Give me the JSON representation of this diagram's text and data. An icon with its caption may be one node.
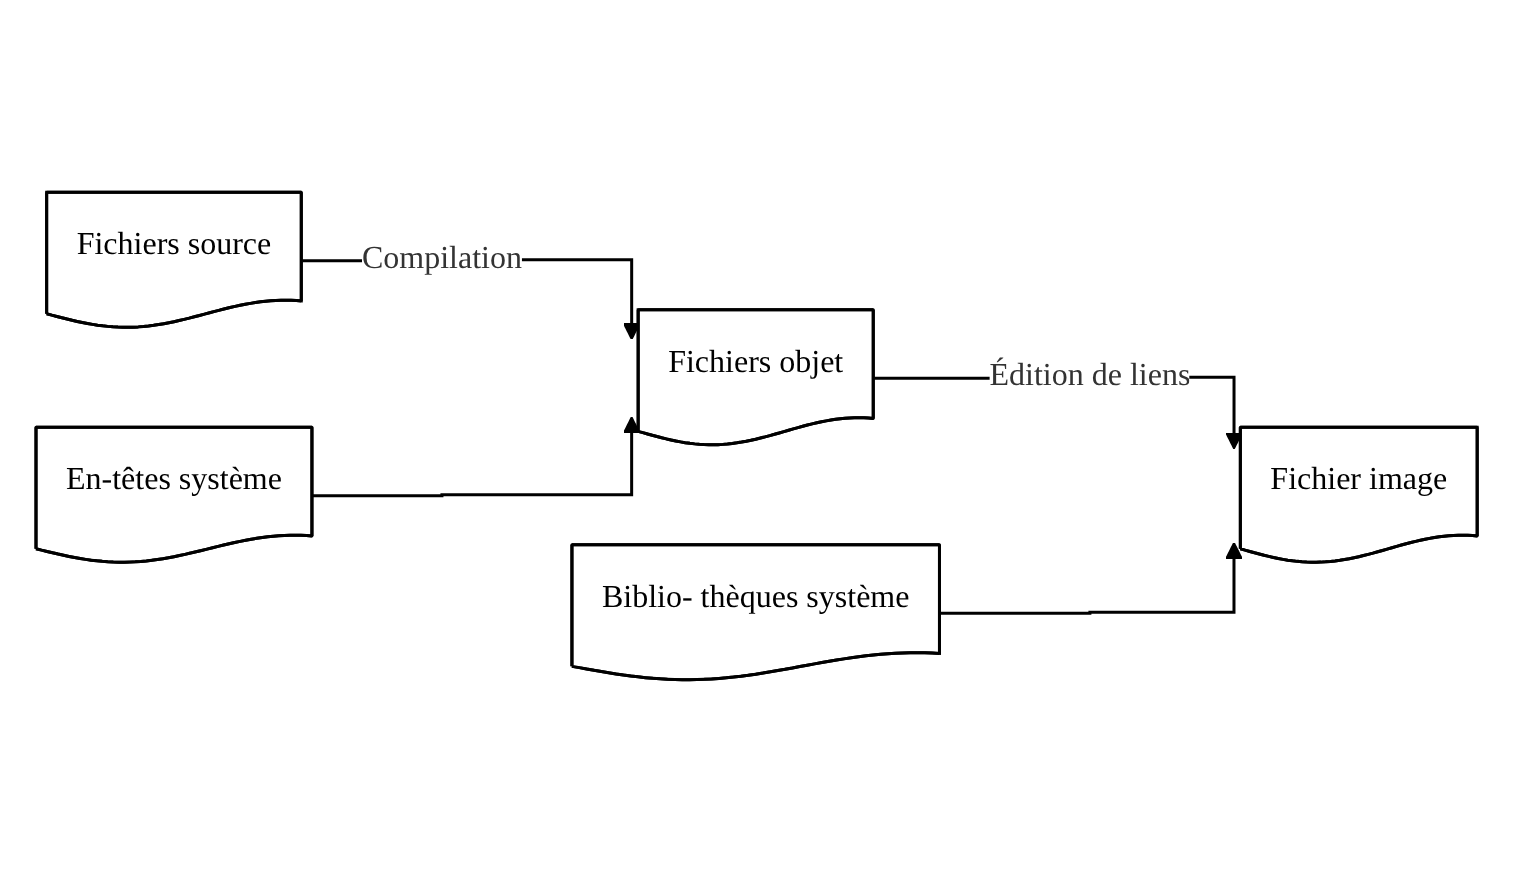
{
  "diagram": {
    "nodes": [
      {
        "text": [
          "Fichiers source"
        ]
      },
      {
        "text": [
          "En-têtes système"
        ]
      },
      {
        "text": [
          "Fichiers objet"
        ]
      },
      {
        "text": [
          "Biblio- thèques système"
        ]
      },
      {
        "text": [
          "Fichier image"
        ]
      }
    ],
    "edges": [
      {
        "from": 0,
        "to": 2,
        "label": "Compilation",
        "arrow": "to"
      },
      {
        "from": 1,
        "to": 2,
        "arrow": "to"
      },
      {
        "from": 2,
        "to": 4,
        "label": "Édition de liens",
        "arrow": "to"
      },
      {
        "from": 3,
        "to": 4,
        "arrow": "to"
      }
    ]
  }
}
